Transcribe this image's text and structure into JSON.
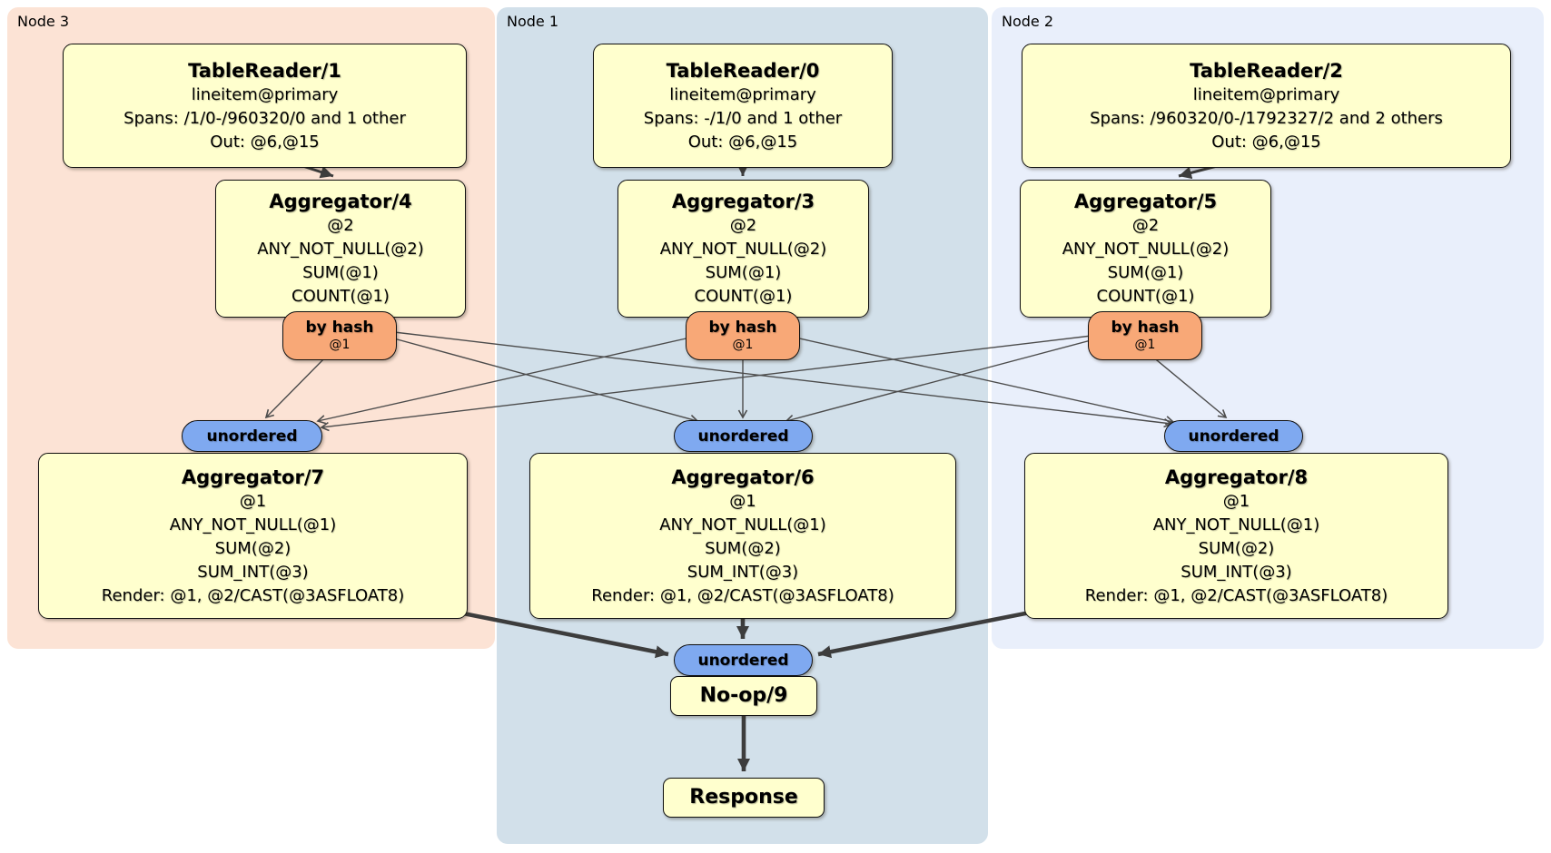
{
  "diagram": {
    "panels": [
      {
        "id": "node3",
        "label": "Node 3"
      },
      {
        "id": "node1",
        "label": "Node 1"
      },
      {
        "id": "node2",
        "label": "Node 2"
      }
    ],
    "processors": {
      "tablereader1": {
        "title": "TableReader/1",
        "lines": [
          "lineitem@primary",
          "Spans: /1/0-/960320/0 and 1 other",
          "Out: @6,@15"
        ]
      },
      "tablereader0": {
        "title": "TableReader/0",
        "lines": [
          "lineitem@primary",
          "Spans: -/1/0 and 1 other",
          "Out: @6,@15"
        ]
      },
      "tablereader2": {
        "title": "TableReader/2",
        "lines": [
          "lineitem@primary",
          "Spans: /960320/0-/1792327/2 and 2 others",
          "Out: @6,@15"
        ]
      },
      "aggregator4": {
        "title": "Aggregator/4",
        "lines": [
          "@2",
          "ANY_NOT_NULL(@2)",
          "SUM(@1)",
          "COUNT(@1)"
        ]
      },
      "aggregator3": {
        "title": "Aggregator/3",
        "lines": [
          "@2",
          "ANY_NOT_NULL(@2)",
          "SUM(@1)",
          "COUNT(@1)"
        ]
      },
      "aggregator5": {
        "title": "Aggregator/5",
        "lines": [
          "@2",
          "ANY_NOT_NULL(@2)",
          "SUM(@1)",
          "COUNT(@1)"
        ]
      },
      "aggregator7": {
        "title": "Aggregator/7",
        "lines": [
          "@1",
          "ANY_NOT_NULL(@1)",
          "SUM(@2)",
          "SUM_INT(@3)",
          "Render: @1, @2/CAST(@3ASFLOAT8)"
        ]
      },
      "aggregator6": {
        "title": "Aggregator/6",
        "lines": [
          "@1",
          "ANY_NOT_NULL(@1)",
          "SUM(@2)",
          "SUM_INT(@3)",
          "Render: @1, @2/CAST(@3ASFLOAT8)"
        ]
      },
      "aggregator8": {
        "title": "Aggregator/8",
        "lines": [
          "@1",
          "ANY_NOT_NULL(@1)",
          "SUM(@2)",
          "SUM_INT(@3)",
          "Render: @1, @2/CAST(@3ASFLOAT8)"
        ]
      },
      "noop9": {
        "title": "No-op/9"
      },
      "response": {
        "title": "Response"
      }
    },
    "routers": {
      "hash_node3": {
        "label": "by hash",
        "detail": "@1"
      },
      "hash_node1": {
        "label": "by hash",
        "detail": "@1"
      },
      "hash_node2": {
        "label": "by hash",
        "detail": "@1"
      }
    },
    "syncs": {
      "unordered_node3": {
        "label": "unordered"
      },
      "unordered_node1": {
        "label": "unordered"
      },
      "unordered_node2": {
        "label": "unordered"
      },
      "unordered_final": {
        "label": "unordered"
      }
    },
    "colors": {
      "node3_bg": "#fce3d5",
      "node1_bg": "#d2e0ea",
      "node2_bg": "#e9effb",
      "processor_fill": "#ffffce",
      "router_fill": "#f8a877",
      "sync_fill": "#7fa9f0",
      "edge": "#3d3d3d"
    }
  }
}
